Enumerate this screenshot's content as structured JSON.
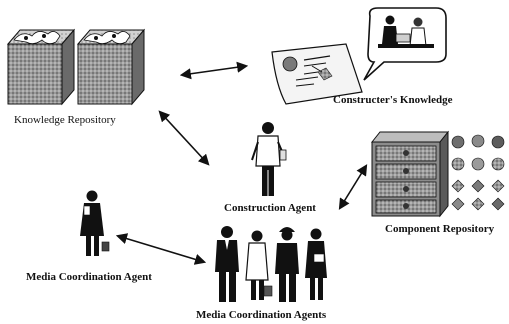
{
  "labels": {
    "knowledge_repository": "Knowledge Repository",
    "constructers_knowledge": "Constructer's Knowledge",
    "construction_agent": "Construction Agent",
    "component_repository": "Component Repository",
    "media_coordination_agent": "Media Coordination Agent",
    "media_coordination_agents": "Media Coordination Agents"
  },
  "colors": {
    "ink": "#111111",
    "box_dark": "#5a5a5a",
    "box_mid": "#8c8c8c",
    "box_light": "#bdbdbd",
    "paper": "#f4f4f4"
  }
}
